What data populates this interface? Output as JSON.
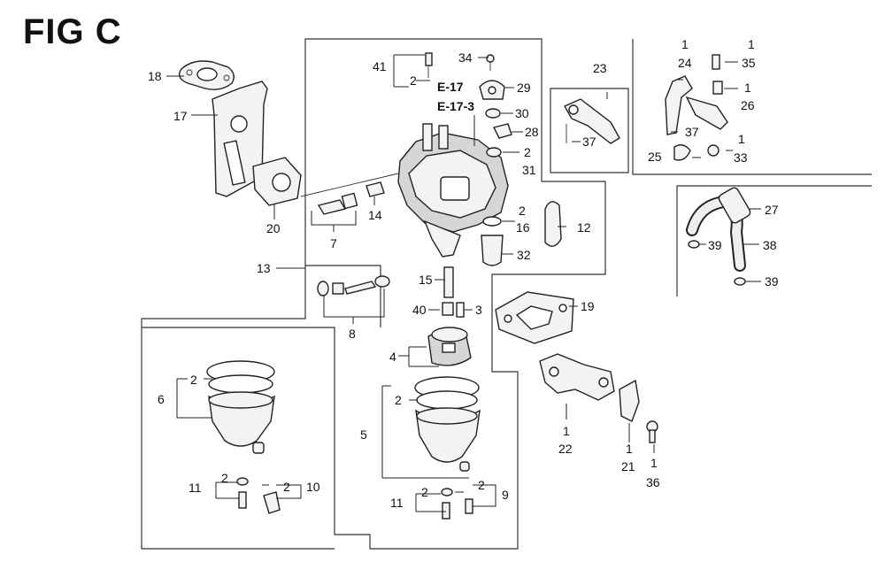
{
  "title": "FIG C",
  "references": [
    "E-17",
    "E-17-3"
  ],
  "callouts": [
    {
      "id": "c18",
      "text": "18"
    },
    {
      "id": "c17",
      "text": "17"
    },
    {
      "id": "c20",
      "text": "20"
    },
    {
      "id": "c13",
      "text": "13"
    },
    {
      "id": "c41a",
      "text": "41"
    },
    {
      "id": "c41b",
      "text": "2"
    },
    {
      "id": "c34",
      "text": "34"
    },
    {
      "id": "c29",
      "text": "29"
    },
    {
      "id": "c30",
      "text": "30"
    },
    {
      "id": "c28",
      "text": "28"
    },
    {
      "id": "c31a",
      "text": "2"
    },
    {
      "id": "c31b",
      "text": "31"
    },
    {
      "id": "c14",
      "text": "14"
    },
    {
      "id": "c7",
      "text": "7"
    },
    {
      "id": "c16a",
      "text": "2"
    },
    {
      "id": "c16b",
      "text": "16"
    },
    {
      "id": "c12",
      "text": "12"
    },
    {
      "id": "c32",
      "text": "32"
    },
    {
      "id": "c8",
      "text": "8"
    },
    {
      "id": "c15",
      "text": "15"
    },
    {
      "id": "c40",
      "text": "40"
    },
    {
      "id": "c3",
      "text": "3"
    },
    {
      "id": "c19",
      "text": "19"
    },
    {
      "id": "c4",
      "text": "4"
    },
    {
      "id": "c23",
      "text": "23"
    },
    {
      "id": "c37a",
      "text": "37"
    },
    {
      "id": "c24a",
      "text": "1"
    },
    {
      "id": "c24b",
      "text": "24"
    },
    {
      "id": "c35a",
      "text": "1"
    },
    {
      "id": "c35b",
      "text": "35"
    },
    {
      "id": "c26a",
      "text": "1"
    },
    {
      "id": "c26b",
      "text": "26"
    },
    {
      "id": "c37b",
      "text": "37"
    },
    {
      "id": "c25",
      "text": "25"
    },
    {
      "id": "c33a",
      "text": "1"
    },
    {
      "id": "c33b",
      "text": "33"
    },
    {
      "id": "c27",
      "text": "27"
    },
    {
      "id": "c39a",
      "text": "39"
    },
    {
      "id": "c38",
      "text": "38"
    },
    {
      "id": "c39b",
      "text": "39"
    },
    {
      "id": "c6a",
      "text": "2"
    },
    {
      "id": "c6b",
      "text": "6"
    },
    {
      "id": "c11a",
      "text": "11"
    },
    {
      "id": "c11b",
      "text": "2"
    },
    {
      "id": "c10a",
      "text": "2"
    },
    {
      "id": "c10b",
      "text": "10"
    },
    {
      "id": "c5a",
      "text": "2"
    },
    {
      "id": "c5b",
      "text": "5"
    },
    {
      "id": "c11c",
      "text": "11"
    },
    {
      "id": "c11d",
      "text": "2"
    },
    {
      "id": "c9a",
      "text": "2"
    },
    {
      "id": "c9b",
      "text": "9"
    },
    {
      "id": "c22a",
      "text": "1"
    },
    {
      "id": "c22b",
      "text": "22"
    },
    {
      "id": "c21a",
      "text": "1"
    },
    {
      "id": "c21b",
      "text": "21"
    },
    {
      "id": "c36a",
      "text": "1"
    },
    {
      "id": "c36b",
      "text": "36"
    }
  ]
}
